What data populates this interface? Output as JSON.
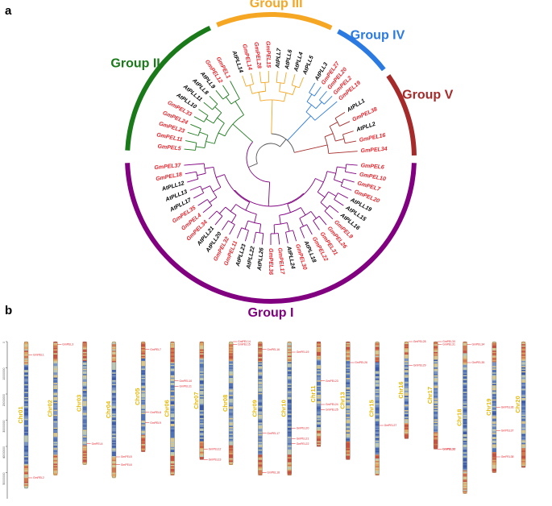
{
  "panels": {
    "a": "a",
    "b": "b"
  },
  "colors": {
    "group_I": "#800080",
    "group_II": "#1a7a1a",
    "group_III": "#f5a623",
    "group_IV": "#2a7ae2",
    "group_V": "#a52a2a",
    "gm_label": "#e8232b",
    "at_label": "#000000",
    "gene_marker": "#e8232b",
    "chr_label": "#e6b800"
  },
  "groups": [
    {
      "id": "I",
      "label": "Group I",
      "color": "#800080"
    },
    {
      "id": "II",
      "label": "Group II",
      "color": "#1a7a1a"
    },
    {
      "id": "III",
      "label": "Group III",
      "color": "#f5a623"
    },
    {
      "id": "IV",
      "label": "Group IV",
      "color": "#2a7ae2"
    },
    {
      "id": "V",
      "label": "Group V",
      "color": "#a52a2a"
    }
  ],
  "tree_leaves": [
    {
      "name": "GmPEL6",
      "species": "Gm",
      "group": "I"
    },
    {
      "name": "GmPEL10",
      "species": "Gm",
      "group": "I"
    },
    {
      "name": "GmPEL7",
      "species": "Gm",
      "group": "I"
    },
    {
      "name": "GmPEL20",
      "species": "Gm",
      "group": "I"
    },
    {
      "name": "AtPLL19",
      "species": "At",
      "group": "I"
    },
    {
      "name": "AtPLL15",
      "species": "At",
      "group": "I"
    },
    {
      "name": "AtPLL16",
      "species": "At",
      "group": "I"
    },
    {
      "name": "GmPEL9",
      "species": "Gm",
      "group": "I"
    },
    {
      "name": "GmPEL26",
      "species": "Gm",
      "group": "I"
    },
    {
      "name": "GmPEL31",
      "species": "Gm",
      "group": "I"
    },
    {
      "name": "GmPEL22",
      "species": "Gm",
      "group": "I"
    },
    {
      "name": "AtPLL18",
      "species": "At",
      "group": "I"
    },
    {
      "name": "GmPEL30",
      "species": "Gm",
      "group": "I"
    },
    {
      "name": "AtPLL24",
      "species": "At",
      "group": "I"
    },
    {
      "name": "GmPEL17",
      "species": "Gm",
      "group": "I"
    },
    {
      "name": "GmPEL36",
      "species": "Gm",
      "group": "I"
    },
    {
      "name": "AtPLL26",
      "species": "At",
      "group": "I"
    },
    {
      "name": "AtPLL22",
      "species": "At",
      "group": "I"
    },
    {
      "name": "AtPLL23",
      "species": "At",
      "group": "I"
    },
    {
      "name": "GmPEL11",
      "species": "Gm",
      "group": "I"
    },
    {
      "name": "GmPEL32",
      "species": "Gm",
      "group": "I"
    },
    {
      "name": "AtPLL20",
      "species": "At",
      "group": "I"
    },
    {
      "name": "AtPLL21",
      "species": "At",
      "group": "I"
    },
    {
      "name": "GmPEL34",
      "species": "Gm",
      "group": "I"
    },
    {
      "name": "GmPEL4",
      "species": "Gm",
      "group": "I"
    },
    {
      "name": "GmPEL35",
      "species": "Gm",
      "group": "I"
    },
    {
      "name": "AtPLL17",
      "species": "At",
      "group": "I"
    },
    {
      "name": "AtPLL13",
      "species": "At",
      "group": "I"
    },
    {
      "name": "AtPLL12",
      "species": "At",
      "group": "I"
    },
    {
      "name": "GmPEL18",
      "species": "Gm",
      "group": "I"
    },
    {
      "name": "GmPEL37",
      "species": "Gm",
      "group": "I"
    },
    {
      "name": "GmPEL5",
      "species": "Gm",
      "group": "II"
    },
    {
      "name": "GmPEL11",
      "species": "Gm",
      "group": "II"
    },
    {
      "name": "GmPEL23",
      "species": "Gm",
      "group": "II"
    },
    {
      "name": "GmPEL24",
      "species": "Gm",
      "group": "II"
    },
    {
      "name": "GmPEL33",
      "species": "Gm",
      "group": "II"
    },
    {
      "name": "AtPLL10",
      "species": "At",
      "group": "II"
    },
    {
      "name": "AtPLL11",
      "species": "At",
      "group": "II"
    },
    {
      "name": "AtPLL8",
      "species": "At",
      "group": "II"
    },
    {
      "name": "AtPLL9",
      "species": "At",
      "group": "II"
    },
    {
      "name": "GmPEL12",
      "species": "Gm",
      "group": "II"
    },
    {
      "name": "GmPEL1",
      "species": "Gm",
      "group": "II"
    },
    {
      "name": "AtPLL14",
      "species": "At",
      "group": "III"
    },
    {
      "name": "GmPEL14",
      "species": "Gm",
      "group": "III"
    },
    {
      "name": "GmPEL28",
      "species": "Gm",
      "group": "III"
    },
    {
      "name": "GmPEL15",
      "species": "Gm",
      "group": "III"
    },
    {
      "name": "AtPLL7",
      "species": "At",
      "group": "III"
    },
    {
      "name": "AtPLL6",
      "species": "At",
      "group": "III"
    },
    {
      "name": "AtPLL4",
      "species": "At",
      "group": "III"
    },
    {
      "name": "AtPLL5",
      "species": "At",
      "group": "III"
    },
    {
      "name": "AtPLL3",
      "species": "At",
      "group": "IV"
    },
    {
      "name": "GmPEL27",
      "species": "Gm",
      "group": "IV"
    },
    {
      "name": "GmPEL20",
      "species": "Gm",
      "group": "IV"
    },
    {
      "name": "GmPEL2",
      "species": "Gm",
      "group": "IV"
    },
    {
      "name": "GmPEL19",
      "species": "Gm",
      "group": "IV"
    },
    {
      "name": "AtPLL1",
      "species": "At",
      "group": "V"
    },
    {
      "name": "GmPEL38",
      "species": "Gm",
      "group": "V"
    },
    {
      "name": "AtPLL2",
      "species": "At",
      "group": "V"
    },
    {
      "name": "GmPEL16",
      "species": "Gm",
      "group": "V"
    },
    {
      "name": "GmPEL34",
      "species": "Gm",
      "group": "V"
    }
  ],
  "scale_ticks": [
    "0",
    "10000000",
    "20000000",
    "30000000",
    "40000000",
    "50000000"
  ],
  "chromosomes": [
    {
      "name": "Chr01",
      "length": 56,
      "genes": [
        {
          "name": "GmPEL1",
          "pos": 5
        },
        {
          "name": "GmPEL2",
          "pos": 52
        }
      ]
    },
    {
      "name": "Chr02",
      "length": 51,
      "genes": [
        {
          "name": "GmPEL3",
          "pos": 1
        }
      ]
    },
    {
      "name": "Chr03",
      "length": 47,
      "genes": [
        {
          "name": "GmPEL4",
          "pos": 39
        }
      ]
    },
    {
      "name": "Chr04",
      "length": 52,
      "genes": [
        {
          "name": "GmPEL5",
          "pos": 44
        },
        {
          "name": "GmPEL6",
          "pos": 47
        }
      ]
    },
    {
      "name": "Chr05",
      "length": 42,
      "genes": [
        {
          "name": "GmPEL7",
          "pos": 3
        },
        {
          "name": "GmPEL8",
          "pos": 27
        },
        {
          "name": "GmPEL9",
          "pos": 31
        }
      ]
    },
    {
      "name": "Chr06",
      "length": 51,
      "genes": [
        {
          "name": "GmPEL10",
          "pos": 15
        },
        {
          "name": "GmPEL11",
          "pos": 17
        }
      ]
    },
    {
      "name": "Chr07",
      "length": 45,
      "genes": [
        {
          "name": "GmPEL12",
          "pos": 41
        },
        {
          "name": "GmPEL13",
          "pos": 47
        }
      ]
    },
    {
      "name": "Chr08",
      "length": 47,
      "genes": [
        {
          "name": "GmPEL14",
          "pos": 0
        },
        {
          "name": "GmPEL15",
          "pos": 1
        }
      ]
    },
    {
      "name": "Chr09",
      "length": 51,
      "genes": [
        {
          "name": "GmPEL16",
          "pos": 3
        },
        {
          "name": "GmPEL17",
          "pos": 35
        },
        {
          "name": "GmPEL18",
          "pos": 50
        }
      ]
    },
    {
      "name": "Chr10",
      "length": 51,
      "genes": [
        {
          "name": "GmPEL19",
          "pos": 4
        },
        {
          "name": "GmPEL20",
          "pos": 33
        },
        {
          "name": "GmPEL21",
          "pos": 37
        },
        {
          "name": "GmPEL22",
          "pos": 39
        }
      ]
    },
    {
      "name": "Chr11",
      "length": 40,
      "genes": [
        {
          "name": "GmPEL23",
          "pos": 15
        },
        {
          "name": "GmPEL24",
          "pos": 24
        },
        {
          "name": "GmPEL25",
          "pos": 26
        }
      ]
    },
    {
      "name": "Chr13",
      "length": 45,
      "genes": [
        {
          "name": "GmPEL26",
          "pos": 8
        }
      ]
    },
    {
      "name": "Chr15",
      "length": 51,
      "genes": [
        {
          "name": "GmPEL27",
          "pos": 32
        }
      ]
    },
    {
      "name": "Chr16",
      "length": 37,
      "genes": [
        {
          "name": "GmPEL28",
          "pos": 0
        },
        {
          "name": "GmPEL29",
          "pos": 9
        }
      ]
    },
    {
      "name": "Chr17",
      "length": 41,
      "genes": [
        {
          "name": "GmPEL30",
          "pos": 0
        },
        {
          "name": "GmPEL31",
          "pos": 1
        },
        {
          "name": "GmPEL32",
          "pos": 45
        },
        {
          "name": "GmPEL33",
          "pos": 53
        }
      ]
    },
    {
      "name": "Chr18",
      "length": 58,
      "genes": [
        {
          "name": "GmPEL34",
          "pos": 1
        },
        {
          "name": "GmPEL35",
          "pos": 8
        }
      ]
    },
    {
      "name": "Chr19",
      "length": 50,
      "genes": [
        {
          "name": "GmPEL36",
          "pos": 25
        },
        {
          "name": "GmPEL37",
          "pos": 34
        },
        {
          "name": "GmPEL38",
          "pos": 44
        }
      ]
    },
    {
      "name": "Chr20",
      "length": 48,
      "genes": []
    }
  ]
}
